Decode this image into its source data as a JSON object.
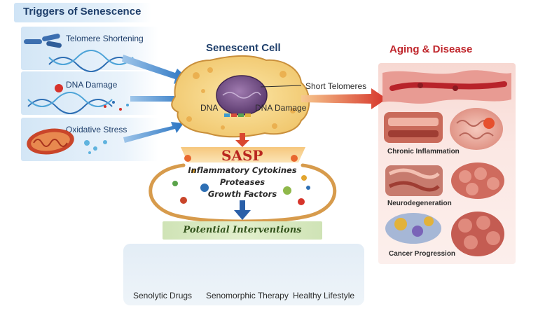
{
  "triggers": {
    "title": "Triggers of Senescence",
    "items": [
      {
        "label": "Telomere Shortening"
      },
      {
        "label": "DNA Damage"
      },
      {
        "label": "Oxidative Stress"
      }
    ]
  },
  "senescent_cell": {
    "title": "Senescent Cell",
    "labels": {
      "dna": "DNA",
      "dna_damage": "DNA Damage",
      "short_telomeres": "Short Telomeres"
    }
  },
  "sasp": {
    "title": "SASP",
    "items": [
      "Inflammatory Cytokines",
      "Proteases",
      "Growth Factors"
    ]
  },
  "interventions": {
    "title": "Potential Interventions",
    "items": [
      {
        "label": "Senolytic Drugs"
      },
      {
        "label": "Senomorphic Therapy"
      },
      {
        "label": "Healthy Lifestyle"
      }
    ]
  },
  "aging": {
    "title": "Aging & Disease",
    "items": [
      {
        "label": "Chronic Inflammation"
      },
      {
        "label": "Neurodegeneration"
      },
      {
        "label": "Cancer Progression"
      }
    ]
  },
  "colors": {
    "blue_heading": "#1f3f6b",
    "red_heading": "#c0272d",
    "sasp_red": "#b9261f",
    "green_text": "#33531c"
  }
}
